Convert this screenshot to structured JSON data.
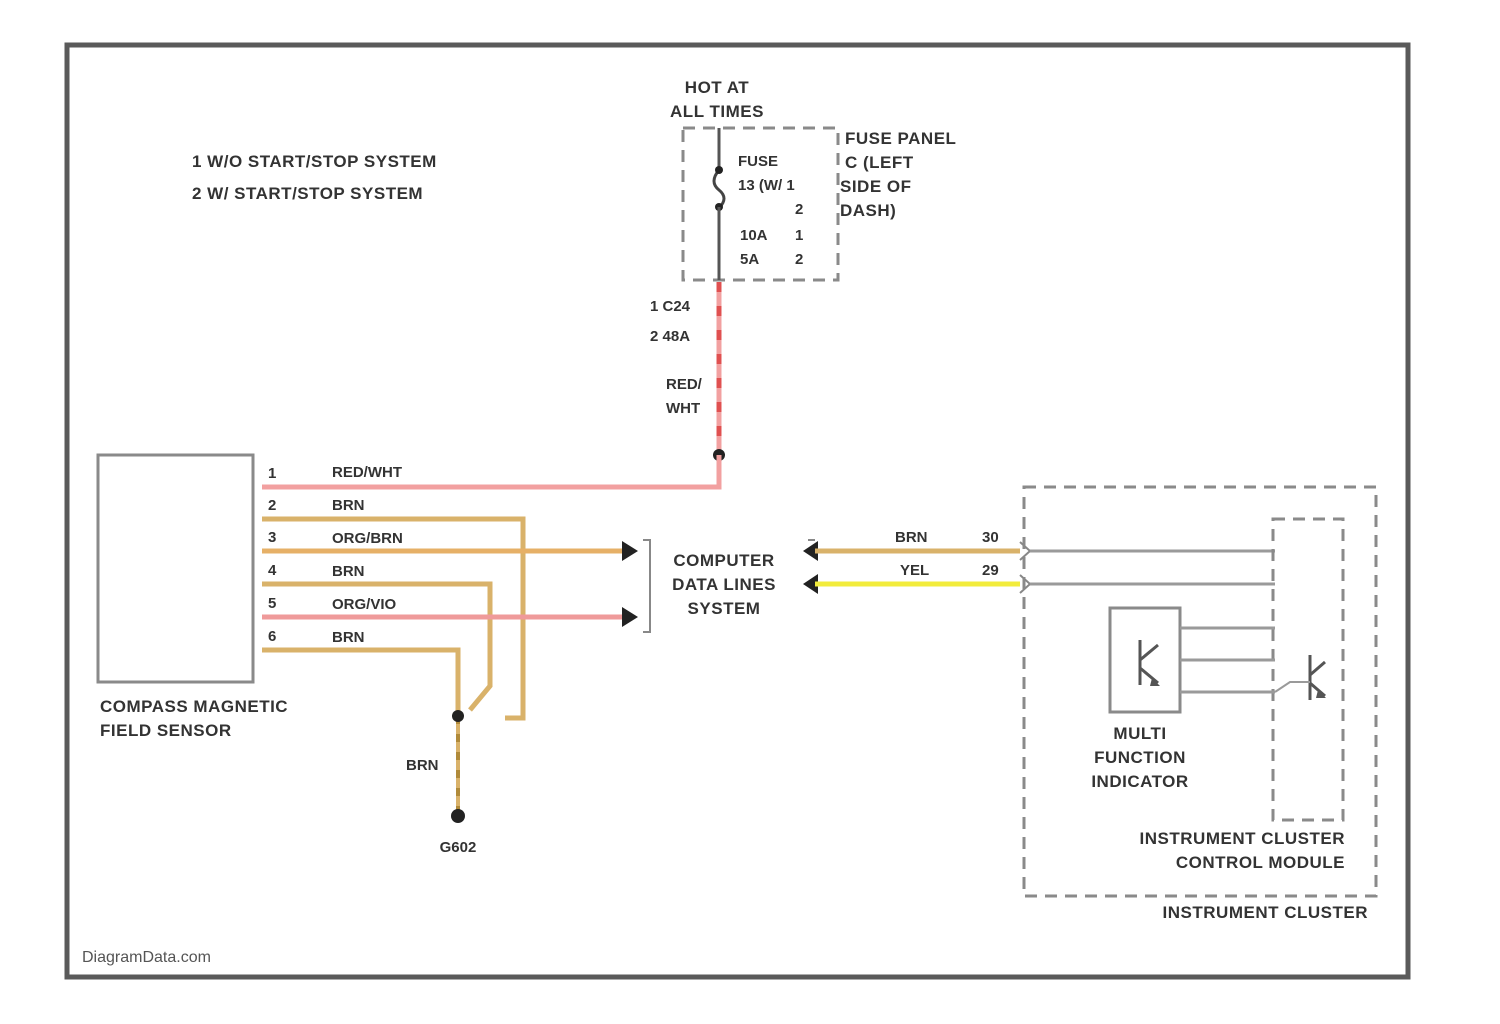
{
  "notes": [
    "1  W/O START/STOP SYSTEM",
    "2  W/ START/STOP SYSTEM"
  ],
  "power": {
    "hot_label": [
      "HOT AT",
      "ALL TIMES"
    ],
    "fuse_label": [
      "FUSE",
      "13 (W/ 1"
    ],
    "fuse_label2": [
      "2"
    ],
    "fuse_amps": [
      "10A",
      "5A"
    ],
    "fuse_amp_marks": [
      "1",
      "2"
    ],
    "panel_label": [
      "FUSE PANEL",
      "C (LEFT",
      "SIDE OF",
      "DASH)"
    ],
    "pin_notes": [
      "1  C24",
      "2  48A"
    ],
    "wire_color": [
      "RED/",
      "WHT"
    ]
  },
  "sensor": {
    "label": [
      "COMPASS MAGNETIC",
      "FIELD SENSOR"
    ],
    "pins": [
      "1",
      "2",
      "3",
      "4",
      "5",
      "6"
    ],
    "wires": [
      "RED/WHT",
      "BRN",
      "ORG/BRN",
      "BRN",
      "ORG/VIO",
      "BRN"
    ]
  },
  "ground": {
    "wire": "BRN",
    "label": "G602"
  },
  "data_lines": {
    "label": [
      "COMPUTER",
      "DATA LINES",
      "SYSTEM"
    ]
  },
  "cluster": {
    "wires": [
      "BRN",
      "YEL"
    ],
    "pin_numbers": [
      "30",
      "29"
    ],
    "mfi_label": [
      "MULTI",
      "FUNCTION",
      "INDICATOR"
    ],
    "icm_label": [
      "INSTRUMENT CLUSTER",
      "CONTROL MODULE"
    ],
    "cluster_label": "INSTRUMENT CLUSTER"
  },
  "watermark": "DiagramData.com",
  "colors": {
    "red_wht": "#f2a0a0",
    "red": "#e05050",
    "brn": "#d9b26a",
    "org_brn": "#e6b067",
    "org_vio": "#ef9a9a",
    "yel": "#f2ec3c",
    "gray": "#9a9a9a"
  }
}
